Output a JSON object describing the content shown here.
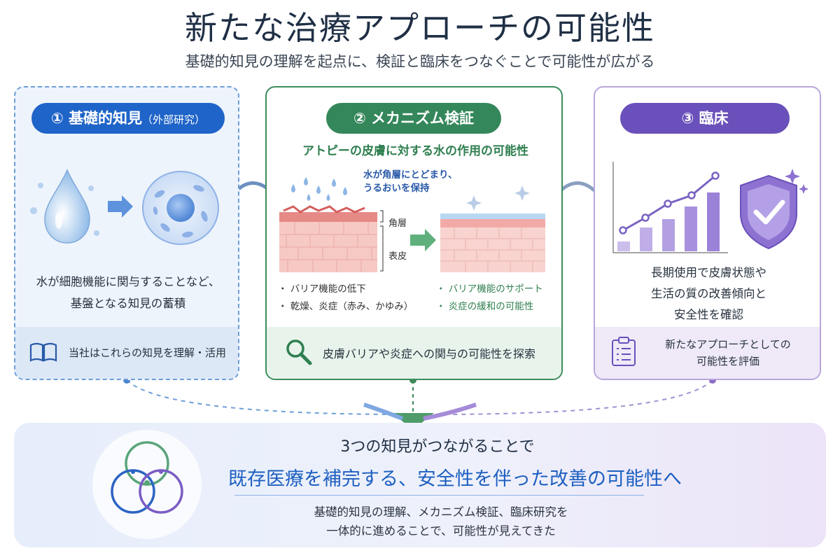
{
  "header": {
    "title": "新たな治療アプローチの可能性",
    "subtitle": "基礎的知見の理解を起点に、検証と臨床をつなぐことで可能性が広がる"
  },
  "panel1": {
    "badge": "① 基礎的知見",
    "badge_small": "（外部研究）",
    "desc_line1": "水が細胞機能に関与することなど、",
    "desc_line2": "基盤となる知見の蓄積",
    "footer": "当社はこれらの知見を理解・活用"
  },
  "panel2": {
    "badge": "② メカニズム検証",
    "heading": "アトピーの皮膚に対する水の作用の可能性",
    "note_line1": "水が角層にとどまり、",
    "note_line2": "うるおいを保持",
    "label_stratum": "角層",
    "label_epidermis": "表皮",
    "left_bullets": [
      "・ バリア機能の低下",
      "・ 乾燥、炎症（赤み、かゆみ）"
    ],
    "right_bullets": [
      "・ バリア機能のサポート",
      "・ 炎症の緩和の可能性"
    ],
    "footer": "皮膚バリアや炎症への関与の可能性を探索"
  },
  "panel3": {
    "badge": "③ 臨床",
    "desc_line1": "長期使用で皮膚状態や",
    "desc_line2": "生活の質の改善傾向と",
    "desc_line3": "安全性を確認",
    "footer_line1": "新たなアプローチとしての",
    "footer_line2": "可能性を評価"
  },
  "bottom": {
    "line1": "3つの知見がつながることで",
    "line2": "既存医療を補完する、安全性を伴った改善の可能性へ",
    "line3": "基礎的知見の理解、メカニズム検証、臨床研究を",
    "line4": "一体的に進めることで、可能性が見えてきた"
  },
  "colors": {
    "blue": "#1f64c8",
    "green": "#34875a",
    "purple": "#6a50ba"
  }
}
